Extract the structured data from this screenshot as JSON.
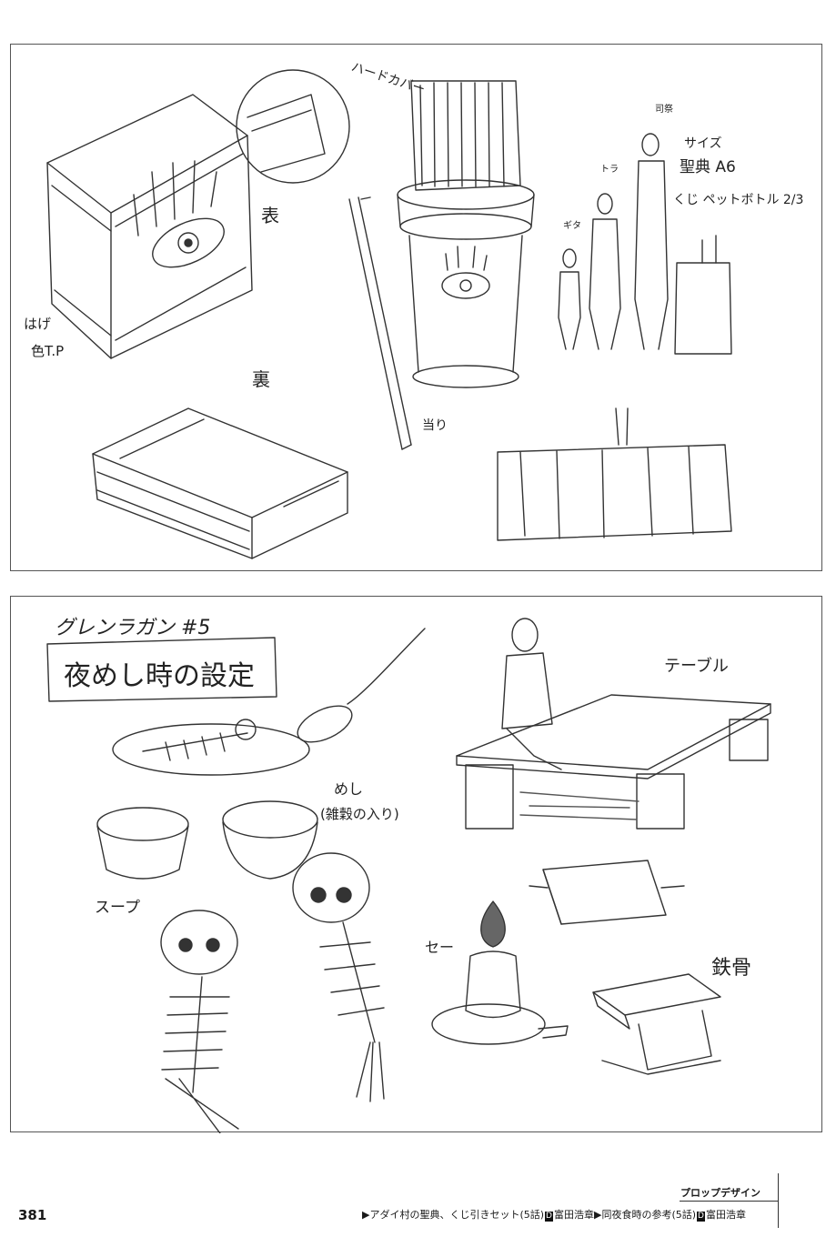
{
  "top_panel": {
    "notes": {
      "hard_cover": "ハードカバー",
      "front": "表",
      "back": "裏",
      "peeling": "はげ",
      "color_tp": "色T.P",
      "hit": "当り",
      "size_title": "サイズ",
      "size_book": "聖典 A6",
      "size_lottery": "くじ ペットボトル 2/3",
      "shisai": "司祭",
      "tora": "トラ",
      "gita": "ギタ"
    }
  },
  "bottom_panel": {
    "header_episode": "グレンラガン #5",
    "header_title": "夜めし時の設定",
    "notes": {
      "table": "テーブル",
      "rice": "めし",
      "rice_detail": "(雑穀の入り)",
      "soup": "スープ",
      "candle": "セー",
      "steel": "鉄骨"
    }
  },
  "footer": {
    "page_number": "381",
    "section": "プロップデザイン",
    "caption_1": "▶アダイ村の聖典、くじ引きセット(5話)",
    "badge_1": "D",
    "designer_1": "富田浩章",
    "caption_2": "▶同夜食時の参考(5話)",
    "badge_2": "D",
    "designer_2": "富田浩章"
  }
}
